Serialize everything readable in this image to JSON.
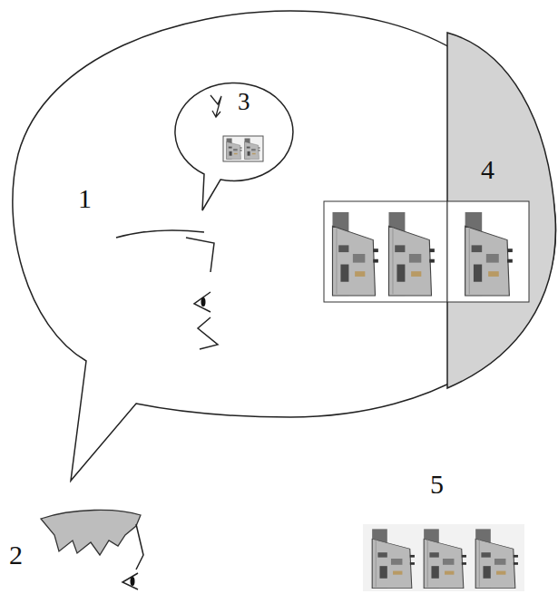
{
  "diagram": {
    "nodes": [
      {
        "text": [
          "1"
        ]
      },
      {
        "text": [
          "3"
        ],
        "in": 0
      },
      {
        "text": [
          "4"
        ],
        "in": 0
      }
    ],
    "labels": [
      "2",
      "5"
    ]
  }
}
